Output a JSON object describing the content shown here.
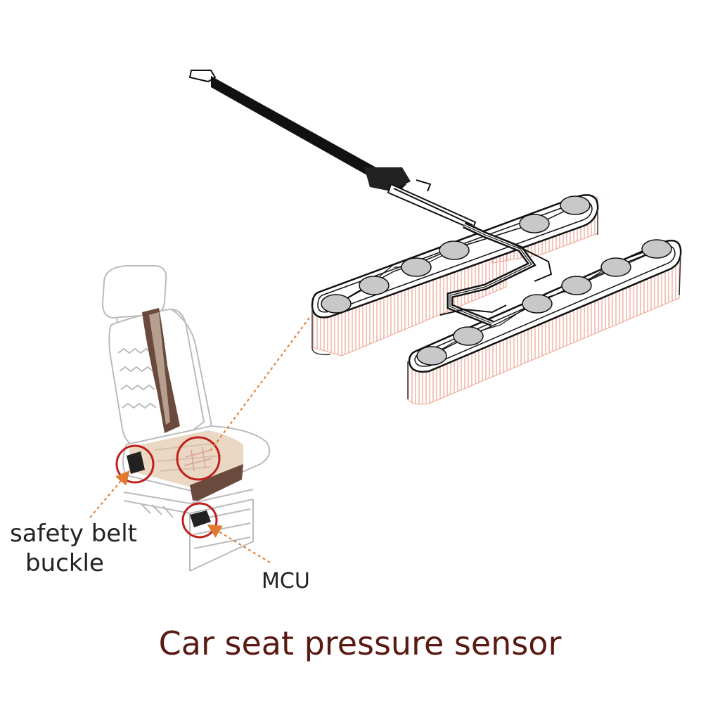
{
  "labels": {
    "belt_line1": "safety belt",
    "belt_line2": "buckle",
    "mcu": "MCU"
  },
  "caption": "Car seat pressure sensor",
  "colors": {
    "caption": "#5a1a14",
    "callout": "#e07a2e",
    "highlight": "#c0201c",
    "hatch": "#f0a090",
    "sensor_pad": "#c8c8c8",
    "seat_brown": "#6a4a3c",
    "cushion_beige": "#ead8c4"
  },
  "icons": {
    "seat": "car-seat-icon",
    "sensor_mat": "pressure-sensor-mat-icon",
    "buckle": "buckle-icon",
    "mcu": "mcu-box-icon"
  }
}
